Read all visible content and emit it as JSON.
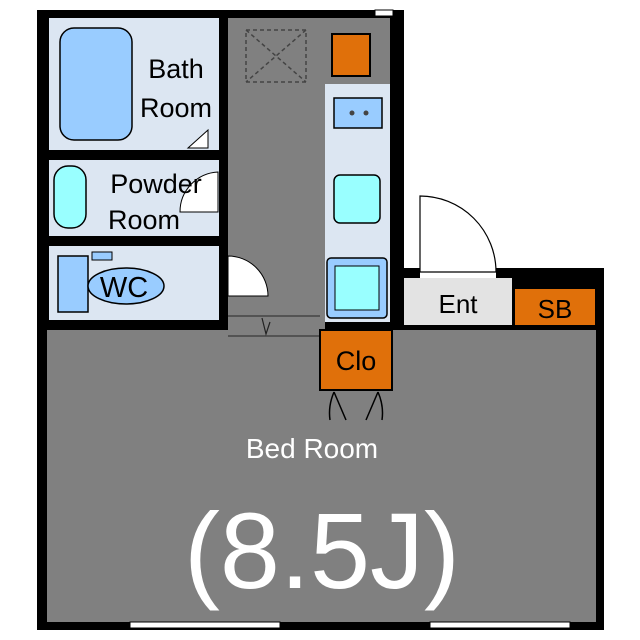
{
  "rooms": {
    "bath": {
      "line1": "Bath",
      "line2": "Room"
    },
    "powder": {
      "line1": "Powder",
      "line2": "Room"
    },
    "wc": {
      "label": "WC"
    },
    "entrance": {
      "label": "Ent"
    },
    "shoe_box": {
      "label": "SB"
    },
    "closet": {
      "label": "Clo"
    },
    "bedroom": {
      "label": "Bed Room",
      "size": "(8.5J)"
    }
  },
  "colors": {
    "wall": "#000000",
    "floor_gray": "#808080",
    "wet_area": "#dce6f2",
    "fixture_blue": "#99ccff",
    "fixture_cyan": "#99ffff",
    "storage_orange": "#e0700a",
    "entrance_floor": "#e3e3e3",
    "bedroom_text": "#ffffff"
  }
}
